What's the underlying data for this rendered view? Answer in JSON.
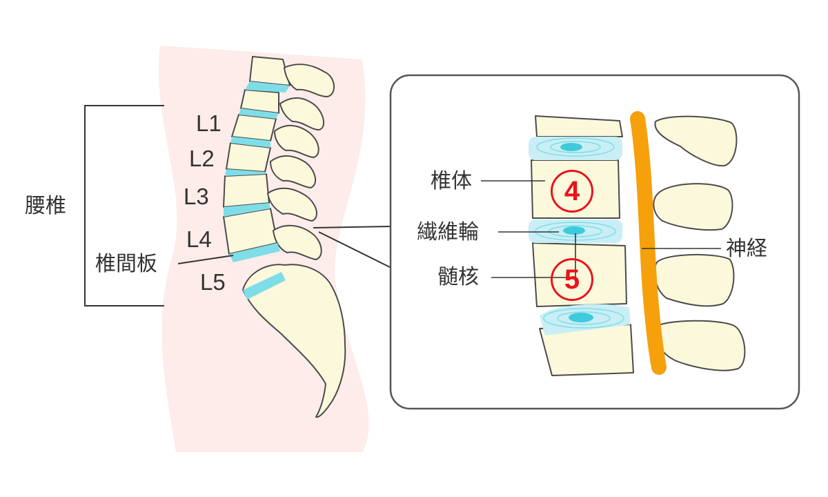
{
  "labels": {
    "lumbar": "腰椎",
    "disc": "椎間板",
    "l1": "L1",
    "l2": "L2",
    "l3": "L3",
    "l4": "L4",
    "l5": "L5",
    "vertebral_body": "椎体",
    "annulus": "繊維輪",
    "nucleus": "髄核",
    "nerve": "神経"
  },
  "markers": {
    "four": "4",
    "five": "5"
  },
  "colors": {
    "body_shade": "#fdecea",
    "bone_fill": "#fcf8dc",
    "bone_stroke": "#4a4a4a",
    "disc_fill": "#7fdde8",
    "disc_light": "#c9eef5",
    "nerve": "#f6a00c",
    "marker": "#e8141b",
    "panel_stroke": "#555555"
  }
}
